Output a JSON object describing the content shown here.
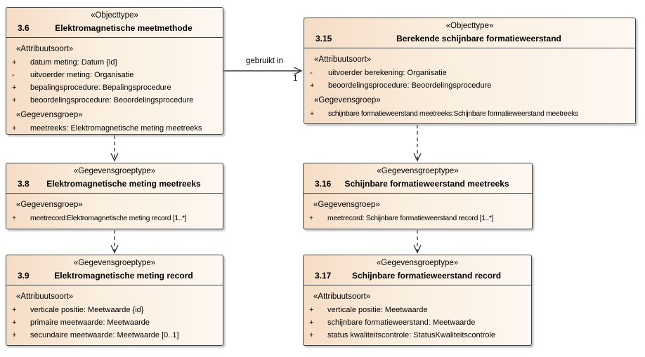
{
  "colors": {
    "background": "#ffffff",
    "box_gradient_start": "#f5dcc5",
    "box_gradient_end": "#fdf8f1",
    "border": "#404040",
    "line": "#333333"
  },
  "connector": {
    "label": "gebruikt in",
    "multiplicity": "1"
  },
  "boxes": [
    {
      "stereotype": "«Objecttype»",
      "number": "3.6",
      "title": "Elektromagnetische meetmethode",
      "sections": [
        {
          "label": "«Attribuutsoort»",
          "attributes": [
            {
              "prefix": "+",
              "text": "datum meting: Datum {id}"
            },
            {
              "prefix": "-",
              "text": "uitvoerder meting: Organisatie"
            },
            {
              "prefix": "+",
              "text": "bepalingsprocedure: Bepalingsprocedure"
            },
            {
              "prefix": "+",
              "text": "beoordelingsprocedure: Beoordelingsprocedure"
            }
          ]
        },
        {
          "label": "«Gegevensgroep»",
          "attributes": [
            {
              "prefix": "+",
              "text": "meetreeks: Elektromagnetische meting meetreeks"
            }
          ]
        }
      ]
    },
    {
      "stereotype": "«Objecttype»",
      "number": "3.15",
      "title": "Berekende schijnbare formatieweerstand",
      "sections": [
        {
          "label": "«Attribuutsoort»",
          "attributes": [
            {
              "prefix": "-",
              "text": "uitvoerder berekening: Organisatie"
            },
            {
              "prefix": "+",
              "text": "beoordelingsprocedure: Beoordelingsprocedure"
            }
          ]
        },
        {
          "label": "«Gegevensgroep»",
          "attributes": [
            {
              "prefix": "+",
              "text": "schijnbare formatieweerstand meetreeks:Schijnbare formatieweerstand meetreeks"
            }
          ]
        }
      ]
    },
    {
      "stereotype": "«Gegevensgroeptype»",
      "number": "3.8",
      "title": "Elektromagnetische meting meetreeks",
      "sections": [
        {
          "label": "«Gegevensgroep»",
          "attributes": [
            {
              "prefix": "+",
              "text": "meetrecord:Elektromagnetische meting record [1..*]"
            }
          ]
        }
      ]
    },
    {
      "stereotype": "«Gegevensgroeptype»",
      "number": "3.16",
      "title": "Schijnbare formatieweerstand meetreeks",
      "sections": [
        {
          "label": "«Gegevensgroep»",
          "attributes": [
            {
              "prefix": "+",
              "text": "meetrecord: Schijnbare formatieweerstand record [1..*]"
            }
          ]
        }
      ]
    },
    {
      "stereotype": "«Gegevensgroeptype»",
      "number": "3.9",
      "title": "Elektromagnetische meting record",
      "sections": [
        {
          "label": "«Attribuutsoort»",
          "attributes": [
            {
              "prefix": "+",
              "text": "verticale positie: Meetwaarde {id}"
            },
            {
              "prefix": "+",
              "text": "primaire meetwaarde: Meetwaarde"
            },
            {
              "prefix": "+",
              "text": "secundaire meetwaarde: Meetwaarde [0..1]"
            }
          ]
        }
      ]
    },
    {
      "stereotype": "«Gegevensgroeptype»",
      "number": "3.17",
      "title": "Schijnbare formatieweerstand record",
      "sections": [
        {
          "label": "«Attribuutsoort»",
          "attributes": [
            {
              "prefix": "+",
              "text": "verticale positie: Meetwaarde"
            },
            {
              "prefix": "+",
              "text": "schijnbare formatieweerstand: Meetwaarde"
            },
            {
              "prefix": "+",
              "text": "status kwaliteitscontrole: StatusKwaliteitscontrole"
            }
          ]
        }
      ]
    }
  ]
}
